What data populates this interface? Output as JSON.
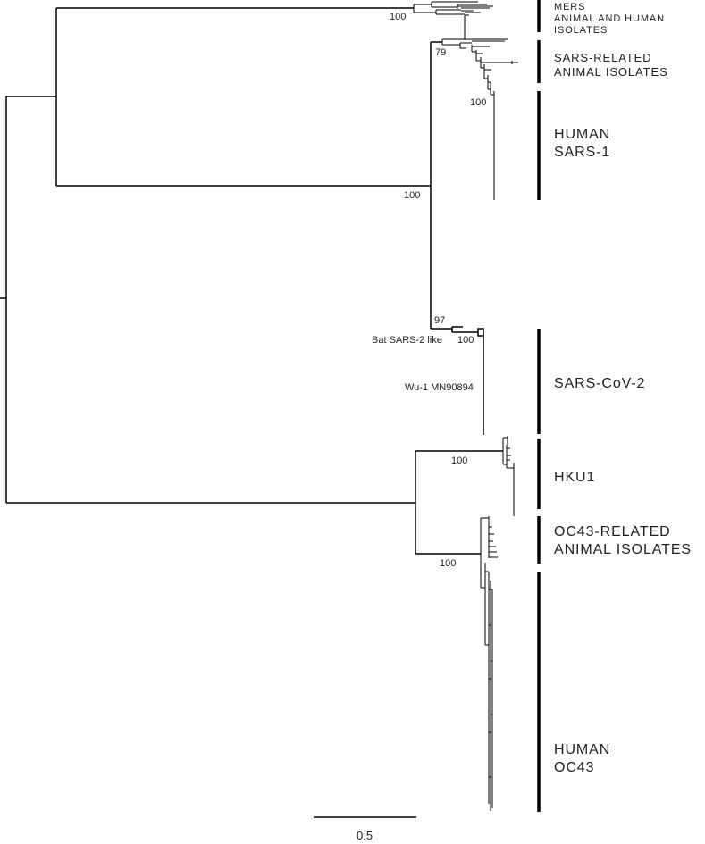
{
  "clades": [
    {
      "lines": [
        "MERS",
        "ANIMAL AND HUMAN",
        "ISOLATES"
      ]
    },
    {
      "lines": [
        "SARS-RELATED",
        "ANIMAL ISOLATES"
      ]
    },
    {
      "lines": [
        "HUMAN",
        "SARS-1"
      ]
    },
    {
      "lines": [
        "SARS-CoV-2"
      ]
    },
    {
      "lines": [
        "HKU1"
      ]
    },
    {
      "lines": [
        "OC43-RELATED",
        "ANIMAL ISOLATES"
      ]
    },
    {
      "lines": [
        "HUMAN",
        "OC43"
      ]
    }
  ],
  "support_values": [
    "100",
    "79",
    "100",
    "100",
    "97",
    "100",
    "100",
    "100"
  ],
  "tip_labels": {
    "bat": "Bat SARS-2 like",
    "wu1": "Wu-1 MN90894"
  },
  "scale_bar": {
    "label": "0.5",
    "length": 0.5
  },
  "colors": {
    "line": "#000000",
    "text": "#222222"
  }
}
